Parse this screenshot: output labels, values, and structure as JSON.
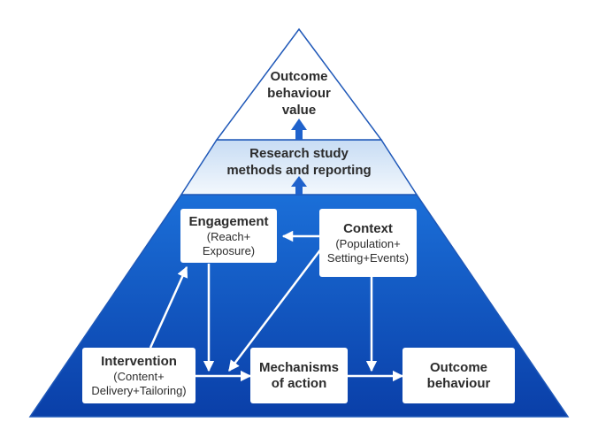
{
  "colors": {
    "pyramid_top": "#1b6fd8",
    "pyramid_bottom": "#0a3fa8",
    "middle_band_top": "#c7dcf4",
    "middle_band_bottom": "#f3f8fd",
    "top_section": "#ffffff",
    "outline": "#1f58b8",
    "arrow_white": "#ffffff",
    "arrow_blue": "#1f62cc",
    "text": "#2c2c2c"
  },
  "top": {
    "lines": [
      "Outcome",
      "behaviour",
      "value"
    ]
  },
  "middle": {
    "lines": [
      "Research study",
      "methods and reporting"
    ]
  },
  "boxes": {
    "engagement": {
      "title": "Engagement",
      "sub": [
        "(Reach+",
        "Exposure)"
      ]
    },
    "context": {
      "title": "Context",
      "sub": [
        "(Population+",
        "Setting+Events)"
      ]
    },
    "intervention": {
      "title": "Intervention",
      "sub": [
        "(Content+",
        "Delivery+Tailoring)"
      ]
    },
    "mechanisms": {
      "title": [
        "Mechanisms",
        "of action"
      ]
    },
    "outcome": {
      "title": [
        "Outcome",
        "behaviour"
      ]
    }
  }
}
